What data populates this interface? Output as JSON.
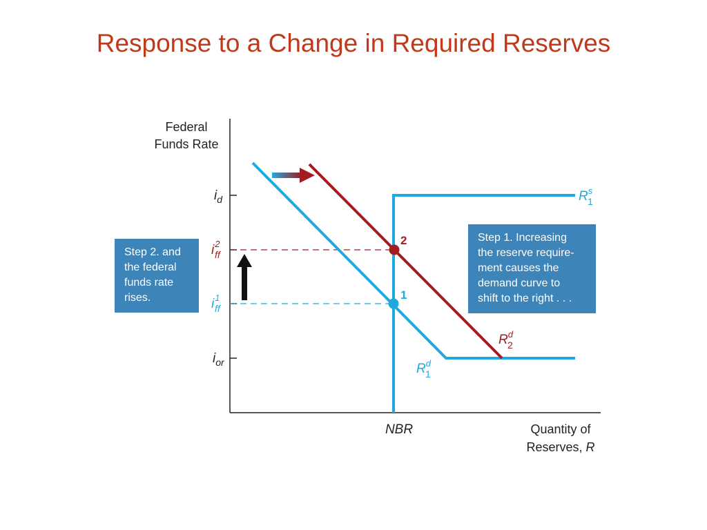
{
  "title": "Response to a Change in Required Reserves",
  "axes": {
    "y_title_line1": "Federal",
    "y_title_line2": "Funds Rate",
    "x_title_line1": "Quantity of",
    "x_title_line2": "Reserves,",
    "x_title_var": "R",
    "x_tick": "NBR"
  },
  "y_ticks": {
    "id": {
      "base": "i",
      "sub": "d"
    },
    "iff2": {
      "base": "i",
      "sub": "ff",
      "sup": "2"
    },
    "iff1": {
      "base": "i",
      "sub": "ff",
      "sup": "1"
    },
    "ior": {
      "base": "i",
      "sub": "or"
    }
  },
  "curves": {
    "supply": {
      "base": "R",
      "sub": "1",
      "sup": "s"
    },
    "demand1": {
      "base": "R",
      "sub": "1",
      "sup": "d"
    },
    "demand2": {
      "base": "R",
      "sub": "2",
      "sup": "d"
    }
  },
  "points": {
    "p1": "1",
    "p2": "2"
  },
  "step1": {
    "lines": [
      "Step 1. Increasing",
      "the reserve require-",
      "ment causes the",
      "demand curve to",
      "shift to the right . . ."
    ]
  },
  "step2": {
    "lines": [
      "Step 2. and",
      "the federal",
      "funds rate",
      "rises."
    ]
  },
  "colors": {
    "title": "#c0391b",
    "blue_curve": "#1fa9e1",
    "red_curve": "#a31c20",
    "box": "#3d84b8",
    "axis": "#222222"
  }
}
